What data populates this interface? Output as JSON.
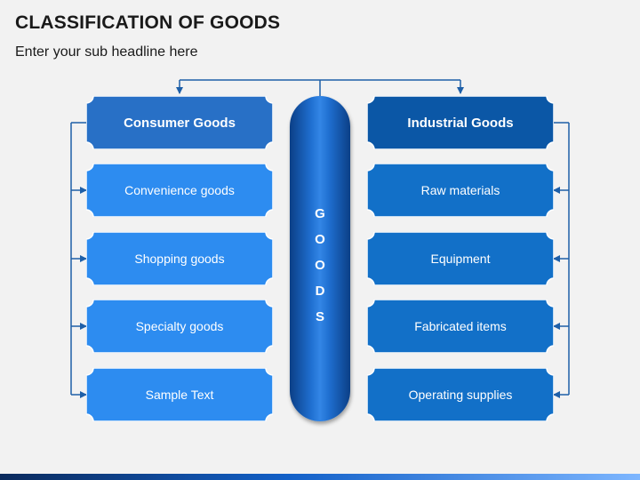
{
  "title": "CLASSIFICATION OF GOODS",
  "subtitle": "Enter your sub headline here",
  "center_label": [
    "G",
    "O",
    "O",
    "D",
    "S"
  ],
  "consumer": {
    "header": "Consumer Goods",
    "items": [
      "Convenience goods",
      "Shopping goods",
      "Specialty goods",
      "Sample Text"
    ]
  },
  "industrial": {
    "header": "Industrial Goods",
    "items": [
      "Raw materials",
      "Equipment",
      "Fabricated items",
      "Operating supplies"
    ]
  },
  "colors": {
    "consumer_header": "#2870c6",
    "consumer_item": "#2d8cf0",
    "industrial_header": "#0b57a6",
    "industrial_item": "#1270c8",
    "connector": "#1e5fa8",
    "background": "#f2f2f2"
  }
}
